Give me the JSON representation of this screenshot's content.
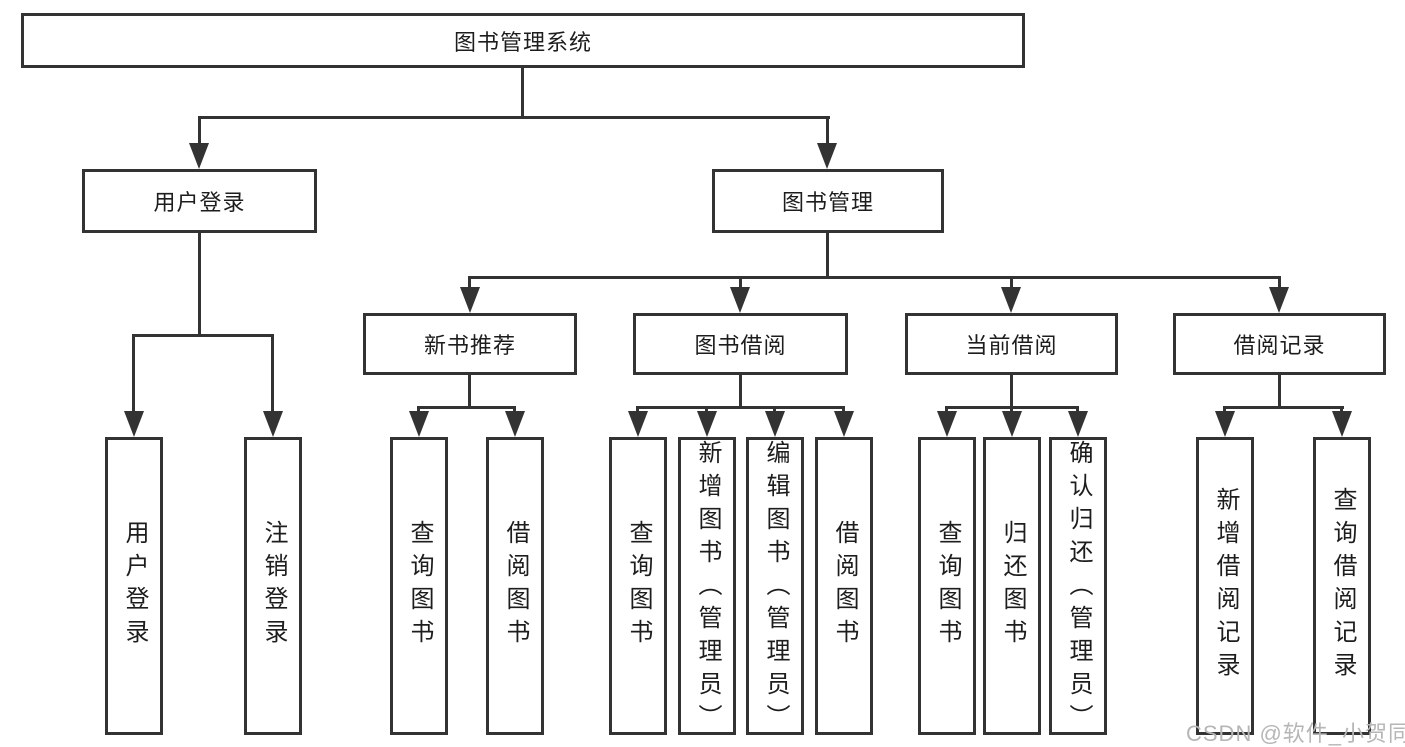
{
  "diagram": {
    "type": "hierarchy-tree",
    "root": {
      "label": "图书管理系统"
    },
    "branches": [
      {
        "label": "用户登录",
        "leaves": [
          {
            "label": "用户登录"
          },
          {
            "label": "注销登录"
          }
        ]
      },
      {
        "label": "图书管理",
        "sections": [
          {
            "label": "新书推荐",
            "leaves": [
              {
                "label": "查询图书"
              },
              {
                "label": "借阅图书"
              }
            ]
          },
          {
            "label": "图书借阅",
            "leaves": [
              {
                "label": "查询图书"
              },
              {
                "label": "新增图书（管理员）"
              },
              {
                "label": "编辑图书（管理员）"
              },
              {
                "label": "借阅图书"
              }
            ]
          },
          {
            "label": "当前借阅",
            "leaves": [
              {
                "label": "查询图书"
              },
              {
                "label": "归还图书"
              },
              {
                "label": "确认归还（管理员）"
              }
            ]
          },
          {
            "label": "借阅记录",
            "leaves": [
              {
                "label": "新增借阅记录"
              },
              {
                "label": "查询借阅记录"
              }
            ]
          }
        ]
      }
    ]
  },
  "watermark": {
    "text": "CSDN @软件_小贺同学",
    "color": "#b6b6b6"
  },
  "colors": {
    "line": "#333333",
    "text": "#1d1d1d",
    "background": "#ffffff"
  }
}
